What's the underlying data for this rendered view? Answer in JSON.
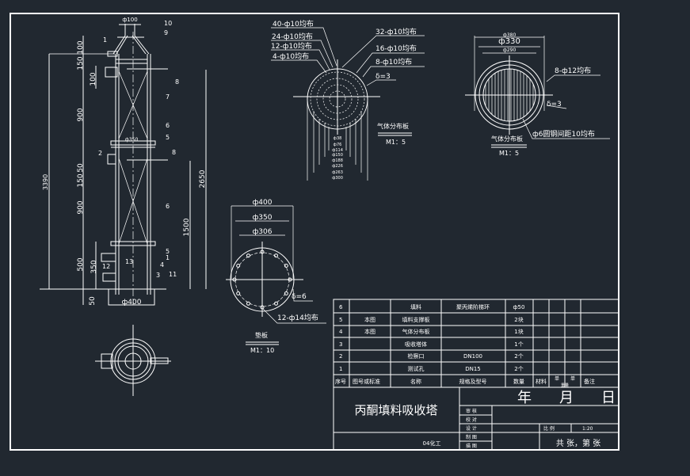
{
  "drawing": {
    "title": "丙酮填料吸收塔",
    "class_label": "04化工",
    "date_labels": [
      "年",
      "月",
      "日"
    ],
    "scale_label": "比 例",
    "scale_value": "1:20",
    "sheet_label": "共 张，第 张",
    "signoff_rows": [
      "审 核",
      "校 对",
      "设 计",
      "制 图",
      "描 图"
    ]
  },
  "parts_table": {
    "headers": [
      "序号",
      "图号或标准",
      "名称",
      "规格及型号",
      "数量",
      "材料",
      "单重",
      "总重",
      "备注"
    ],
    "header_short": {
      "single": "单",
      "total": "单",
      "weight": "重量"
    },
    "rows": [
      {
        "no": "6",
        "ref": "",
        "name": "填料",
        "spec": "聚丙烯阶梯环",
        "qty": "ф50"
      },
      {
        "no": "5",
        "ref": "本图",
        "name": "填料支撑板",
        "spec": "",
        "qty": "2块"
      },
      {
        "no": "4",
        "ref": "本图",
        "name": "气体分布板",
        "spec": "",
        "qty": "1块"
      },
      {
        "no": "3",
        "ref": "",
        "name": "吸收塔体",
        "spec": "",
        "qty": "1个"
      },
      {
        "no": "2",
        "ref": "",
        "name": "检察口",
        "spec": "DN100",
        "qty": "2个"
      },
      {
        "no": "1",
        "ref": "",
        "name": "测试孔",
        "spec": "DN15",
        "qty": "2个"
      }
    ]
  },
  "tower_view": {
    "top_dim": "ф100",
    "mid_dim": "ф350",
    "bottom_dim": "ф400",
    "total_height": "3390",
    "right_height": "2650",
    "lower_height": "1500",
    "left_dims": [
      "100",
      "150",
      "100",
      "900",
      "150",
      "50",
      "900",
      "500",
      "350",
      "50"
    ],
    "part_callouts": [
      "1",
      "2",
      "3",
      "4",
      "5",
      "6",
      "7",
      "8",
      "9",
      "10",
      "11",
      "12",
      "13",
      "5",
      "6",
      "8",
      "1"
    ]
  },
  "distributor_plate": {
    "callouts": [
      "40-ф10均布",
      "24-ф10均布",
      "12-ф10均布",
      "4-ф10均布",
      "32-ф10均布",
      "16-ф10均布",
      "8-ф10均布",
      "δ=3"
    ],
    "dims": [
      "ф38",
      "ф76",
      "ф114",
      "ф150",
      "ф188",
      "ф226",
      "ф263",
      "ф300"
    ],
    "label": "气体分布板",
    "scale": "M1：5"
  },
  "support_plate": {
    "dims": [
      "ф380",
      "ф330",
      "ф290"
    ],
    "callouts": [
      "8-ф12均布",
      "δ=3",
      "ф6圆钢间距10均布"
    ],
    "label": "气体分布板",
    "scale": "M1：5"
  },
  "flange_plate": {
    "dims": [
      "ф400",
      "ф350",
      "ф306"
    ],
    "callouts": [
      "δ=6",
      "12-ф14均布"
    ],
    "label": "垫板",
    "scale": "M1：10"
  }
}
